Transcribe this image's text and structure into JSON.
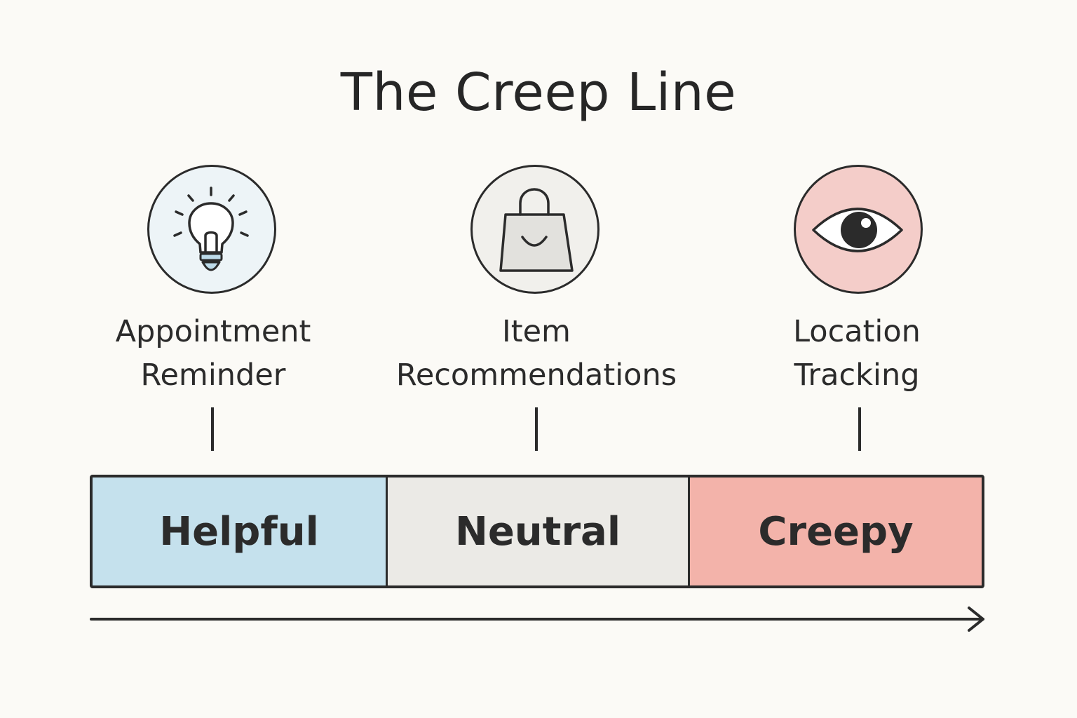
{
  "title": "The Creep Line",
  "examples": [
    {
      "line1": "Appointment",
      "line2": "Reminder",
      "icon": "lightbulb-icon",
      "icon_bg": "#edf4f7",
      "icon_accent": "#bddbe9"
    },
    {
      "line1": "Item",
      "line2": "Recommendations",
      "icon": "shopping-bag-icon",
      "icon_bg": "#f1f0ec",
      "icon_accent": "#e2e1dd"
    },
    {
      "line1": "Location",
      "line2": "Tracking",
      "icon": "eye-icon",
      "icon_bg": "#f4cdc9",
      "icon_accent": "#ffffff"
    }
  ],
  "segments": [
    {
      "label": "Helpful",
      "color": "#c5e1ed"
    },
    {
      "label": "Neutral",
      "color": "#ebeae6"
    },
    {
      "label": "Creepy",
      "color": "#f3b3aa"
    }
  ],
  "colors": {
    "background": "#fbfaf6",
    "stroke": "#2b2b2b"
  }
}
